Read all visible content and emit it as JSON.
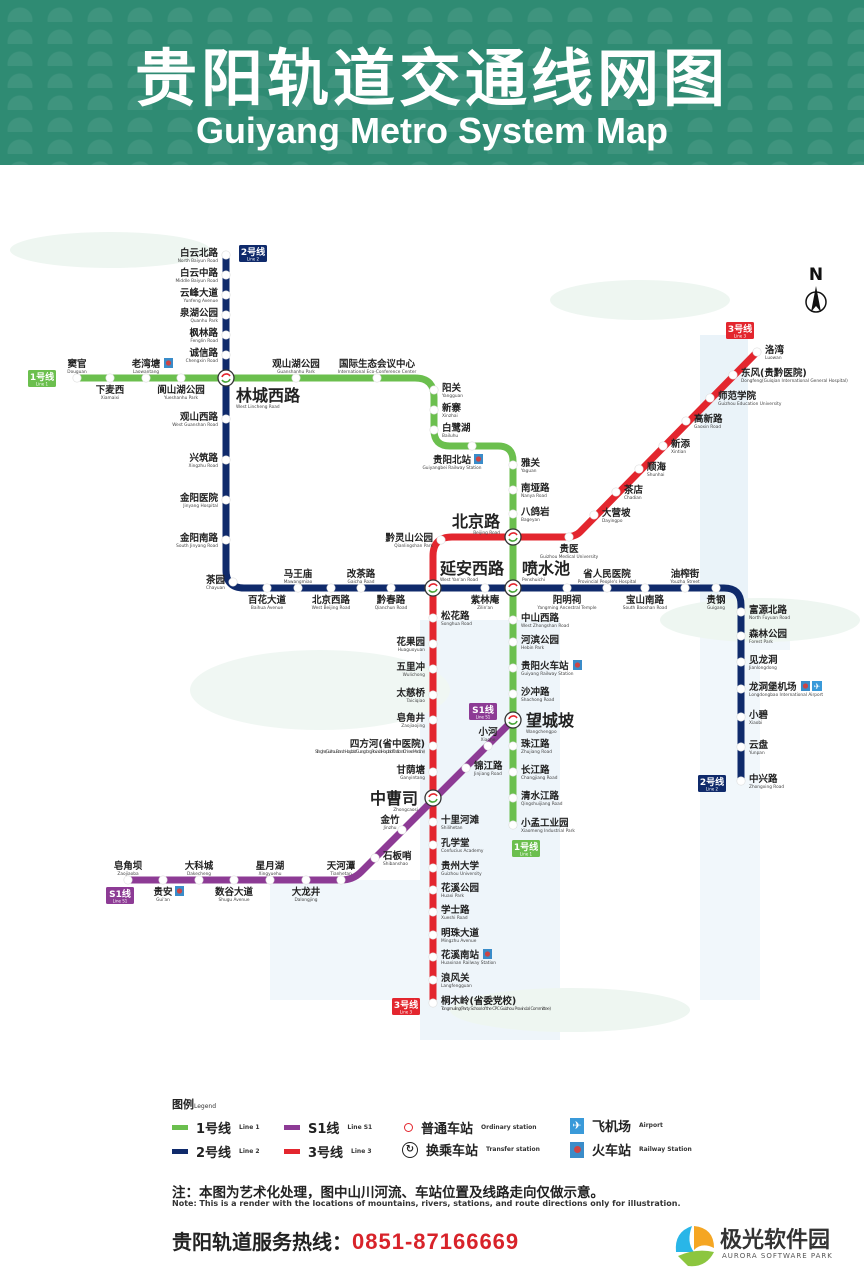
{
  "header": {
    "title_cn": "贵阳轨道交通线网图",
    "title_en": "Guiyang Metro System Map"
  },
  "compass": "N",
  "colors": {
    "line1": "#6bbf4e",
    "line2": "#0f2a6b",
    "line3": "#e3262e",
    "s1": "#8d3b95",
    "header": "#2f8b73",
    "rail_icon": "#3a8cc9"
  },
  "lines": [
    {
      "id": "line1",
      "cn": "1号线",
      "en": "Line 1"
    },
    {
      "id": "line2",
      "cn": "2号线",
      "en": "Line 2"
    },
    {
      "id": "line3",
      "cn": "3号线",
      "en": "Line 3"
    },
    {
      "id": "s1",
      "cn": "S1线",
      "en": "Line S1"
    }
  ],
  "stations": [
    {
      "cn": "窦官",
      "en": "Douguan"
    },
    {
      "cn": "下麦西",
      "en": "Xiamaixi"
    },
    {
      "cn": "老湾塘",
      "en": "Laowantang",
      "icon": "railway-station"
    },
    {
      "cn": "阆山湖公园",
      "en": "Yueshanhu Park"
    },
    {
      "cn": "林城西路",
      "en": "West Lincheng Road",
      "transfer": true
    },
    {
      "cn": "观山湖公园",
      "en": "Guanshanhu Park"
    },
    {
      "cn": "国际生态会议中心",
      "en": "International Eco-Conference Center"
    },
    {
      "cn": "阳关",
      "en": "Yangguan"
    },
    {
      "cn": "新寨",
      "en": "Xinzhai"
    },
    {
      "cn": "白鹭湖",
      "en": "Bailuhu"
    },
    {
      "cn": "贵阳北站",
      "en": "Guiyangbei Railway Station",
      "icon": "railway-station"
    },
    {
      "cn": "雅关",
      "en": "Yaguan"
    },
    {
      "cn": "南垭路",
      "en": "Nanya Road"
    },
    {
      "cn": "八鸽岩",
      "en": "Bageyan"
    },
    {
      "cn": "北京路",
      "en": "Beijing Road",
      "transfer": true
    },
    {
      "cn": "喷水池",
      "en": "Penshuichi",
      "transfer": true
    },
    {
      "cn": "中山西路",
      "en": "West Zhongshan Road"
    },
    {
      "cn": "河滨公园",
      "en": "Hebin Park"
    },
    {
      "cn": "贵阳火车站",
      "en": "Guiyang Railway Station",
      "icon": "railway-station"
    },
    {
      "cn": "沙冲路",
      "en": "Shachong Road"
    },
    {
      "cn": "望城坡",
      "en": "Wangchengpo",
      "transfer": true
    },
    {
      "cn": "珠江路",
      "en": "Zhujiang Road"
    },
    {
      "cn": "长江路",
      "en": "Changjiang Road"
    },
    {
      "cn": "清水江路",
      "en": "Qingshuijiang Road"
    },
    {
      "cn": "小孟工业园",
      "en": "Xiaomeng Industrial Park"
    },
    {
      "cn": "白云北路",
      "en": "North Baiyun Road"
    },
    {
      "cn": "白云中路",
      "en": "Middle Baiyun Road"
    },
    {
      "cn": "云峰大道",
      "en": "Yunfeng Avenue"
    },
    {
      "cn": "泉湖公园",
      "en": "Quanhu Park"
    },
    {
      "cn": "枫林路",
      "en": "Fenglin Road"
    },
    {
      "cn": "诚信路",
      "en": "Chengxin Road"
    },
    {
      "cn": "观山西路",
      "en": "West Guanshan Road"
    },
    {
      "cn": "兴筑路",
      "en": "Xingzhu Road"
    },
    {
      "cn": "金阳医院",
      "en": "Jinyang Hospital"
    },
    {
      "cn": "金阳南路",
      "en": "South Jinyang Road"
    },
    {
      "cn": "茶园",
      "en": "Chayuan"
    },
    {
      "cn": "百花大道",
      "en": "Baihua Avenue"
    },
    {
      "cn": "马王庙",
      "en": "Mawangmiao"
    },
    {
      "cn": "北京西路",
      "en": "West Beijing Road"
    },
    {
      "cn": "改茶路",
      "en": "Gaicha Road"
    },
    {
      "cn": "黔春路",
      "en": "Qianchun Road"
    },
    {
      "cn": "延安西路",
      "en": "West Yan'an Road",
      "transfer": true
    },
    {
      "cn": "紫林庵",
      "en": "Zilin'an"
    },
    {
      "cn": "阳明祠",
      "en": "Yangming Ancestral Temple"
    },
    {
      "cn": "省人民医院",
      "en": "Provincial People's Hospital"
    },
    {
      "cn": "宝山南路",
      "en": "South Baoshan Road"
    },
    {
      "cn": "油榨街",
      "en": "Youzha Street"
    },
    {
      "cn": "贵钢",
      "en": "Guigang"
    },
    {
      "cn": "富源北路",
      "en": "North Fuyuan Road"
    },
    {
      "cn": "森林公园",
      "en": "Forest Park"
    },
    {
      "cn": "见龙洞",
      "en": "Jianlongdong"
    },
    {
      "cn": "龙洞堡机场",
      "en": "Longdongbao International Airport",
      "icon": "railway-station",
      "icon2": "airport"
    },
    {
      "cn": "小碧",
      "en": "Xiaobi"
    },
    {
      "cn": "云盘",
      "en": "Yunpan"
    },
    {
      "cn": "中兴路",
      "en": "Zhongxing Road"
    },
    {
      "cn": "洛湾",
      "en": "Luowan"
    },
    {
      "cn": "东风(贵黔医院)",
      "en": "Dongfeng(Guiqian International General Hospital)"
    },
    {
      "cn": "师范学院",
      "en": "Guizhou Education University"
    },
    {
      "cn": "高新路",
      "en": "Gaoxin Road"
    },
    {
      "cn": "新添",
      "en": "Xintian"
    },
    {
      "cn": "顺海",
      "en": "Shunhai"
    },
    {
      "cn": "茶店",
      "en": "Chadian"
    },
    {
      "cn": "大营坡",
      "en": "Dayingpo"
    },
    {
      "cn": "贵医",
      "en": "Guizhou Medical University"
    },
    {
      "cn": "黔灵山公园",
      "en": "Qianlingshan Park"
    },
    {
      "cn": "松花路",
      "en": "Songhua Road"
    },
    {
      "cn": "花果园",
      "en": "Huaguoyuan"
    },
    {
      "cn": "五里冲",
      "en": "Wulichong"
    },
    {
      "cn": "太慈桥",
      "en": "Taiciqiao"
    },
    {
      "cn": "皂角井",
      "en": "Zaojiaojing"
    },
    {
      "cn": "四方河(省中医院)",
      "en": "Sifanghe(Guizhou Branch Hospital of Guangdong Provincial Hospital of Traditional Chinese Medicine)"
    },
    {
      "cn": "甘荫塘",
      "en": "Ganyintang"
    },
    {
      "cn": "中曹司",
      "en": "Zhongcaosi",
      "transfer": true
    },
    {
      "cn": "十里河滩",
      "en": "Shilihetan"
    },
    {
      "cn": "孔学堂",
      "en": "Confucius Academy"
    },
    {
      "cn": "贵州大学",
      "en": "Guizhou University"
    },
    {
      "cn": "花溪公园",
      "en": "Huaxi Park"
    },
    {
      "cn": "学士路",
      "en": "Xueshi Road"
    },
    {
      "cn": "明珠大道",
      "en": "Mingzhu Avenue"
    },
    {
      "cn": "花溪南站",
      "en": "Huaxinan Railway Station",
      "icon": "railway-station"
    },
    {
      "cn": "浪风关",
      "en": "Langfengguan"
    },
    {
      "cn": "桐木岭(省委党校)",
      "en": "Tongmuling(Party School of the CPC Guizhou Provincial Committee)"
    },
    {
      "cn": "小河",
      "en": "Xiaohe"
    },
    {
      "cn": "锦江路",
      "en": "Jinjiang Road"
    },
    {
      "cn": "金竹",
      "en": "Jinzhu"
    },
    {
      "cn": "石板哨",
      "en": "Shibanshao"
    },
    {
      "cn": "天河潭",
      "en": "Tianhetan"
    },
    {
      "cn": "大龙井",
      "en": "Dalongjing"
    },
    {
      "cn": "星月湖",
      "en": "Xingyuehu"
    },
    {
      "cn": "数谷大道",
      "en": "Shugu Avenue"
    },
    {
      "cn": "大科城",
      "en": "Dakecheng"
    },
    {
      "cn": "贵安",
      "en": "Gui'an",
      "icon": "railway-station"
    },
    {
      "cn": "皂角坝",
      "en": "Zaojiaoba"
    }
  ],
  "legend": {
    "title": "图例",
    "title_en": "Legend",
    "items": [
      {
        "cn": "1号线",
        "en": "Line 1"
      },
      {
        "cn": "2号线",
        "en": "Line 2"
      },
      {
        "cn": "S1线",
        "en": "Line S1"
      },
      {
        "cn": "3号线",
        "en": "Line 3"
      },
      {
        "cn": "普通车站",
        "en": "Ordinary station"
      },
      {
        "cn": "换乘车站",
        "en": "Transfer station"
      },
      {
        "cn": "飞机场",
        "en": "Airport"
      },
      {
        "cn": "火车站",
        "en": "Railway Station"
      }
    ]
  },
  "note": {
    "cn": "注：本图为艺术化处理，图中山川河流、车站位置及线路走向仅做示意。",
    "en": "Note: This is a render with  the locations of mountains, rivers, stations, and route directions only for illustration."
  },
  "hotline": {
    "label": "贵阳轨道服务热线：",
    "number": "0851-87166669"
  },
  "watermark": {
    "cn": "极光软件园",
    "en": "AURORA SOFTWARE PARK"
  }
}
